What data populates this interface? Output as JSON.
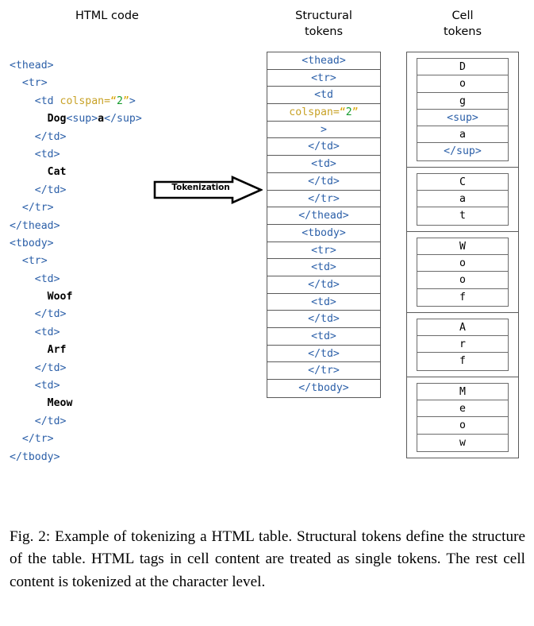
{
  "headings": {
    "html_code": "HTML code",
    "structural_tokens": "Structural\ntokens",
    "cell_tokens": "Cell\ntokens"
  },
  "arrow": {
    "label": "Tokenization"
  },
  "html_code_lines": [
    {
      "indent": 0,
      "parts": [
        {
          "t": "tag",
          "s": "<thead>"
        }
      ]
    },
    {
      "indent": 1,
      "parts": [
        {
          "t": "tag",
          "s": "<tr>"
        }
      ]
    },
    {
      "indent": 2,
      "parts": [
        {
          "t": "tag",
          "s": "<td "
        },
        {
          "t": "attr",
          "s": "colspan="
        },
        {
          "t": "quo",
          "s": "“"
        },
        {
          "t": "num",
          "s": "2"
        },
        {
          "t": "quo",
          "s": "”"
        },
        {
          "t": "tag",
          "s": ">"
        }
      ]
    },
    {
      "indent": 3,
      "parts": [
        {
          "t": "txt",
          "s": "Dog"
        },
        {
          "t": "tag",
          "s": "<sup>"
        },
        {
          "t": "txt",
          "s": "a"
        },
        {
          "t": "tag",
          "s": "</sup>"
        }
      ]
    },
    {
      "indent": 2,
      "parts": [
        {
          "t": "tag",
          "s": "</td>"
        }
      ]
    },
    {
      "indent": 2,
      "parts": [
        {
          "t": "tag",
          "s": "<td>"
        }
      ]
    },
    {
      "indent": 3,
      "parts": [
        {
          "t": "txt",
          "s": "Cat"
        }
      ]
    },
    {
      "indent": 2,
      "parts": [
        {
          "t": "tag",
          "s": "</td>"
        }
      ]
    },
    {
      "indent": 1,
      "parts": [
        {
          "t": "tag",
          "s": "</tr>"
        }
      ]
    },
    {
      "indent": 0,
      "parts": [
        {
          "t": "tag",
          "s": "</thead>"
        }
      ]
    },
    {
      "indent": 0,
      "parts": [
        {
          "t": "tag",
          "s": "<tbody>"
        }
      ]
    },
    {
      "indent": 1,
      "parts": [
        {
          "t": "tag",
          "s": "<tr>"
        }
      ]
    },
    {
      "indent": 2,
      "parts": [
        {
          "t": "tag",
          "s": "<td>"
        }
      ]
    },
    {
      "indent": 3,
      "parts": [
        {
          "t": "txt",
          "s": "Woof"
        }
      ]
    },
    {
      "indent": 2,
      "parts": [
        {
          "t": "tag",
          "s": "</td>"
        }
      ]
    },
    {
      "indent": 2,
      "parts": [
        {
          "t": "tag",
          "s": "<td>"
        }
      ]
    },
    {
      "indent": 3,
      "parts": [
        {
          "t": "txt",
          "s": "Arf"
        }
      ]
    },
    {
      "indent": 2,
      "parts": [
        {
          "t": "tag",
          "s": "</td>"
        }
      ]
    },
    {
      "indent": 2,
      "parts": [
        {
          "t": "tag",
          "s": "<td>"
        }
      ]
    },
    {
      "indent": 3,
      "parts": [
        {
          "t": "txt",
          "s": "Meow"
        }
      ]
    },
    {
      "indent": 2,
      "parts": [
        {
          "t": "tag",
          "s": "</td>"
        }
      ]
    },
    {
      "indent": 1,
      "parts": [
        {
          "t": "tag",
          "s": "</tr>"
        }
      ]
    },
    {
      "indent": 0,
      "parts": [
        {
          "t": "tag",
          "s": "</tbody>"
        }
      ]
    }
  ],
  "structural_tokens": [
    {
      "parts": [
        {
          "t": "tag",
          "s": "<thead>"
        }
      ]
    },
    {
      "parts": [
        {
          "t": "tag",
          "s": "<tr>"
        }
      ]
    },
    {
      "parts": [
        {
          "t": "tag",
          "s": "<td"
        }
      ]
    },
    {
      "parts": [
        {
          "t": "attr",
          "s": "colspan="
        },
        {
          "t": "quo",
          "s": "“"
        },
        {
          "t": "num",
          "s": "2"
        },
        {
          "t": "quo",
          "s": "”"
        }
      ]
    },
    {
      "parts": [
        {
          "t": "tag",
          "s": ">"
        }
      ]
    },
    {
      "parts": [
        {
          "t": "tag",
          "s": "</td>"
        }
      ]
    },
    {
      "parts": [
        {
          "t": "tag",
          "s": "<td>"
        }
      ]
    },
    {
      "parts": [
        {
          "t": "tag",
          "s": "</td>"
        }
      ]
    },
    {
      "parts": [
        {
          "t": "tag",
          "s": "</tr>"
        }
      ]
    },
    {
      "parts": [
        {
          "t": "tag",
          "s": "</thead>"
        }
      ]
    },
    {
      "parts": [
        {
          "t": "tag",
          "s": "<tbody>"
        }
      ]
    },
    {
      "parts": [
        {
          "t": "tag",
          "s": "<tr>"
        }
      ]
    },
    {
      "parts": [
        {
          "t": "tag",
          "s": "<td>"
        }
      ]
    },
    {
      "parts": [
        {
          "t": "tag",
          "s": "</td>"
        }
      ]
    },
    {
      "parts": [
        {
          "t": "tag",
          "s": "<td>"
        }
      ]
    },
    {
      "parts": [
        {
          "t": "tag",
          "s": "</td>"
        }
      ]
    },
    {
      "parts": [
        {
          "t": "tag",
          "s": "<td>"
        }
      ]
    },
    {
      "parts": [
        {
          "t": "tag",
          "s": "</td>"
        }
      ]
    },
    {
      "parts": [
        {
          "t": "tag",
          "s": "</tr>"
        }
      ]
    },
    {
      "parts": [
        {
          "t": "tag",
          "s": "</tbody>"
        }
      ]
    }
  ],
  "cell_token_groups": [
    {
      "tokens": [
        {
          "s": "D",
          "tag": false
        },
        {
          "s": "o",
          "tag": false
        },
        {
          "s": "g",
          "tag": false
        },
        {
          "s": "<sup>",
          "tag": true
        },
        {
          "s": "a",
          "tag": false
        },
        {
          "s": "</sup>",
          "tag": true
        }
      ]
    },
    {
      "tokens": [
        {
          "s": "C",
          "tag": false
        },
        {
          "s": "a",
          "tag": false
        },
        {
          "s": "t",
          "tag": false
        }
      ]
    },
    {
      "tokens": [
        {
          "s": "W",
          "tag": false
        },
        {
          "s": "o",
          "tag": false
        },
        {
          "s": "o",
          "tag": false
        },
        {
          "s": "f",
          "tag": false
        }
      ]
    },
    {
      "tokens": [
        {
          "s": "A",
          "tag": false
        },
        {
          "s": "r",
          "tag": false
        },
        {
          "s": "f",
          "tag": false
        }
      ]
    },
    {
      "tokens": [
        {
          "s": "M",
          "tag": false
        },
        {
          "s": "e",
          "tag": false
        },
        {
          "s": "o",
          "tag": false
        },
        {
          "s": "w",
          "tag": false
        }
      ]
    }
  ],
  "caption": "Fig. 2: Example of tokenizing a HTML table. Structural tokens define the structure of the table. HTML tags in cell content are treated as single tokens. The rest cell content is tokenized at the character level.",
  "colors": {
    "tag": "#2b5fa8",
    "attribute": "#c8a227",
    "quote": "#d9a400",
    "number": "#179c2e",
    "text": "#000000",
    "border": "#5a5a5a"
  }
}
